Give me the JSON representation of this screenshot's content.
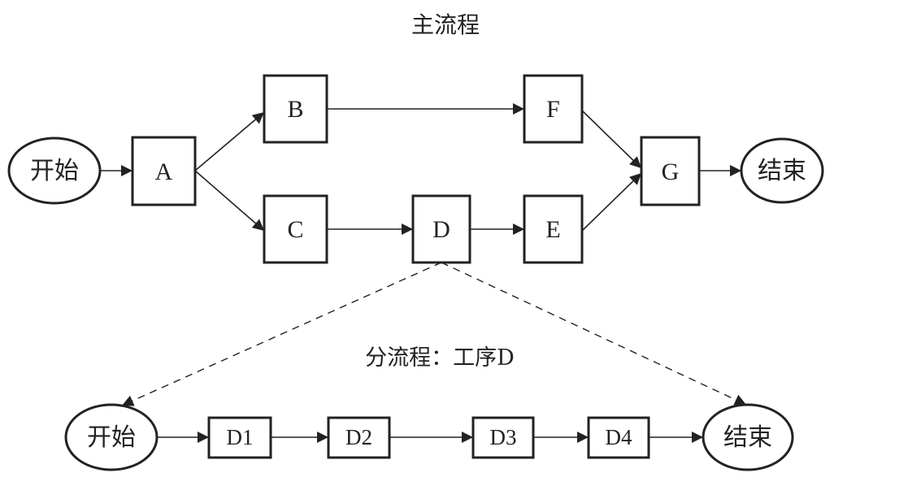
{
  "titles": {
    "main": "主流程",
    "sub": "分流程：工序D"
  },
  "main_flow": {
    "nodes": [
      {
        "id": "start",
        "label": "开始",
        "shape": "ellipse"
      },
      {
        "id": "A",
        "label": "A",
        "shape": "box"
      },
      {
        "id": "B",
        "label": "B",
        "shape": "box"
      },
      {
        "id": "C",
        "label": "C",
        "shape": "box"
      },
      {
        "id": "D",
        "label": "D",
        "shape": "box"
      },
      {
        "id": "E",
        "label": "E",
        "shape": "box"
      },
      {
        "id": "F",
        "label": "F",
        "shape": "box"
      },
      {
        "id": "G",
        "label": "G",
        "shape": "box"
      },
      {
        "id": "end",
        "label": "结束",
        "shape": "ellipse"
      }
    ],
    "edges": [
      [
        "start",
        "A"
      ],
      [
        "A",
        "B"
      ],
      [
        "A",
        "C"
      ],
      [
        "B",
        "F"
      ],
      [
        "C",
        "D"
      ],
      [
        "D",
        "E"
      ],
      [
        "F",
        "G"
      ],
      [
        "E",
        "G"
      ],
      [
        "G",
        "end"
      ]
    ]
  },
  "sub_flow": {
    "nodes": [
      {
        "id": "sstart",
        "label": "开始",
        "shape": "ellipse"
      },
      {
        "id": "D1",
        "label": "D1",
        "shape": "box"
      },
      {
        "id": "D2",
        "label": "D2",
        "shape": "box"
      },
      {
        "id": "D3",
        "label": "D3",
        "shape": "box"
      },
      {
        "id": "D4",
        "label": "D4",
        "shape": "box"
      },
      {
        "id": "send",
        "label": "结束",
        "shape": "ellipse"
      }
    ],
    "edges": [
      [
        "sstart",
        "D1"
      ],
      [
        "D1",
        "D2"
      ],
      [
        "D2",
        "D3"
      ],
      [
        "D3",
        "D4"
      ],
      [
        "D4",
        "send"
      ]
    ]
  },
  "expansion_links": [
    {
      "from": "D",
      "to": "sstart",
      "style": "dashed"
    },
    {
      "from": "D",
      "to": "send",
      "style": "dashed"
    }
  ]
}
